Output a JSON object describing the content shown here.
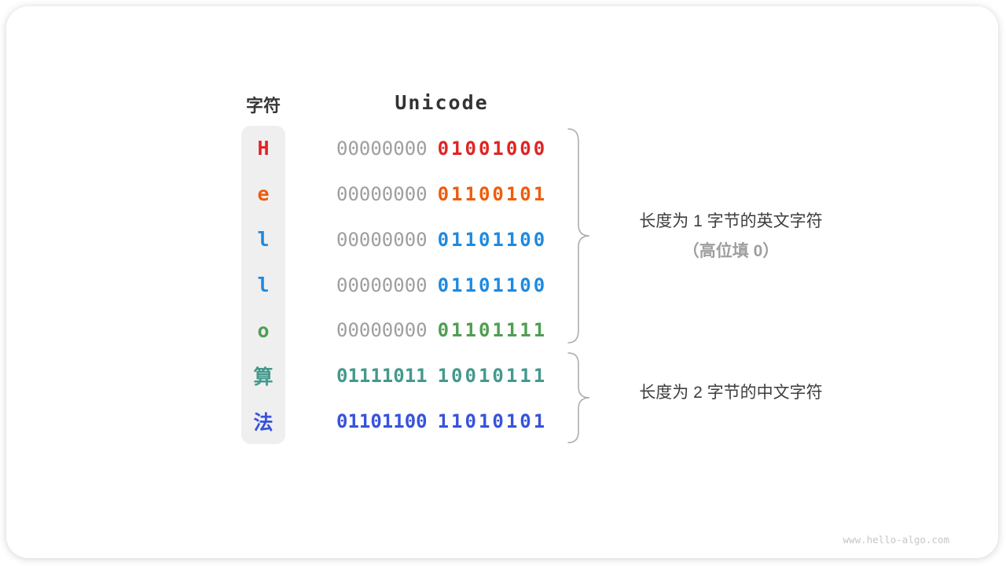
{
  "table": {
    "headers": {
      "char": "字符",
      "unicode": "Unicode"
    },
    "colors": {
      "gray": "#9e9e9e",
      "pill_bg": "#efeff0",
      "header_text": "#333333"
    },
    "rows": [
      {
        "char": "H",
        "color": "#e02424",
        "byte1": "00000000",
        "byte2": "01001000",
        "byte1_gray": true
      },
      {
        "char": "e",
        "color": "#ee5c0b",
        "byte1": "00000000",
        "byte2": "01100101",
        "byte1_gray": true
      },
      {
        "char": "l",
        "color": "#1e8ae0",
        "byte1": "00000000",
        "byte2": "01101100",
        "byte1_gray": true
      },
      {
        "char": "l",
        "color": "#1e8ae0",
        "byte1": "00000000",
        "byte2": "01101100",
        "byte1_gray": true
      },
      {
        "char": "o",
        "color": "#4f9e52",
        "byte1": "00000000",
        "byte2": "01101111",
        "byte1_gray": true
      },
      {
        "char": "算",
        "color": "#44998c",
        "byte1": "01111011",
        "byte2": "10010111",
        "byte1_gray": false
      },
      {
        "char": "法",
        "color": "#3752dd",
        "byte1": "01101100",
        "byte2": "11010101",
        "byte1_gray": false
      }
    ]
  },
  "annotations": {
    "group1_line1": "长度为 1 字节的英文字符",
    "group1_line2": "（高位填 0）",
    "group2_line1": "长度为 2 字节的中文字符",
    "brace_color": "#adadad"
  },
  "watermark": "www.hello-algo.com"
}
